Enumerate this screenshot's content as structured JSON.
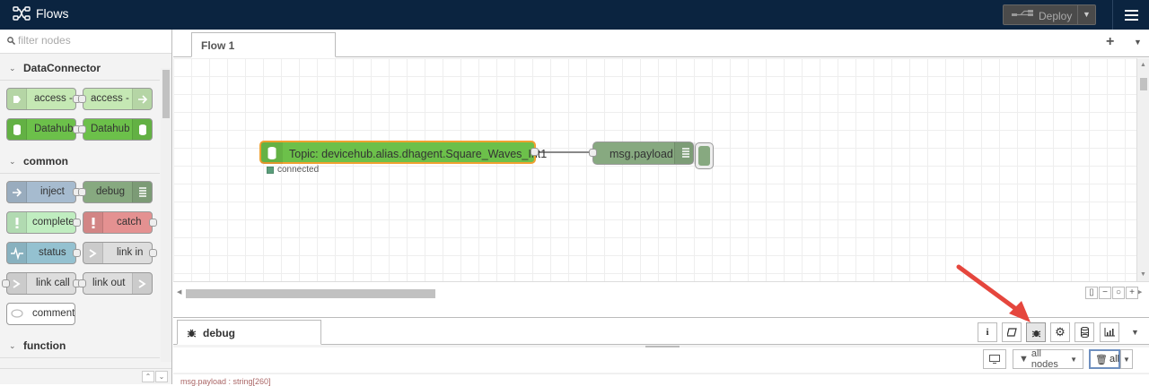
{
  "header": {
    "title": "Flows",
    "deploy_label": "Deploy"
  },
  "palette": {
    "filter_placeholder": "filter nodes",
    "categories": [
      {
        "label": "DataConnector",
        "nodes": [
          "access -",
          "access -",
          "Datahub",
          "Datahub"
        ]
      },
      {
        "label": "common",
        "nodes": [
          "inject",
          "debug",
          "complete",
          "catch",
          "status",
          "link in",
          "link call",
          "link out",
          "comment"
        ]
      },
      {
        "label": "function"
      }
    ]
  },
  "workspace": {
    "tab_label": "Flow 1",
    "source_node_label": "Topic: devicehub.alias.dhagent.Square_Waves_Int1",
    "source_status": "connected",
    "debug_node_label": "msg.payload"
  },
  "sidebar": {
    "tab_label": "debug",
    "filter_label": "all nodes",
    "clear_label": "all",
    "message_preview": "msg.payload : string[260]"
  },
  "colors": {
    "header_bg": "#0b2440",
    "source_node_fill": "#6cc04a",
    "source_node_border": "#f0a030",
    "debug_node_fill": "#87a980",
    "arrow": "#e5463d"
  }
}
